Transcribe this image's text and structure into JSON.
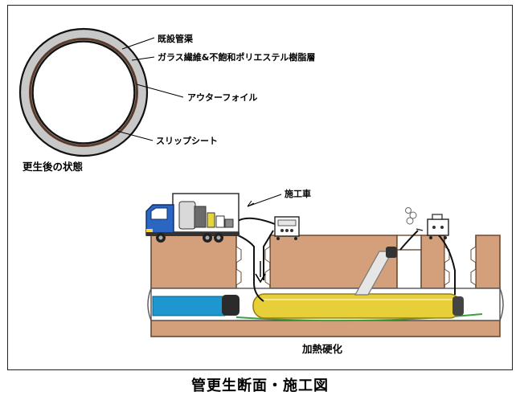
{
  "cross_section": {
    "labels": {
      "existing_pipe": "既設管渠",
      "resin_layer": "ガラス繊維&不飽和ポリエステル樹脂層",
      "outer_foil": "アウターフォイル",
      "slip_sheet": "スリップシート"
    },
    "title": "更生後の状態"
  },
  "construction": {
    "vehicle_label": "施工車",
    "process_label": "加熱硬化"
  },
  "caption": "管更生断面・施工図",
  "colors": {
    "soil": "#d4a07c",
    "soil_edge": "#6a4a32",
    "liner": "#e7cf3a",
    "liner_dark": "#9a8010",
    "water": "#1e96cf",
    "truck_cab": "#2a66c2",
    "pipe_ring": "#c8c8c8",
    "resin_line": "#5a3a2a"
  }
}
